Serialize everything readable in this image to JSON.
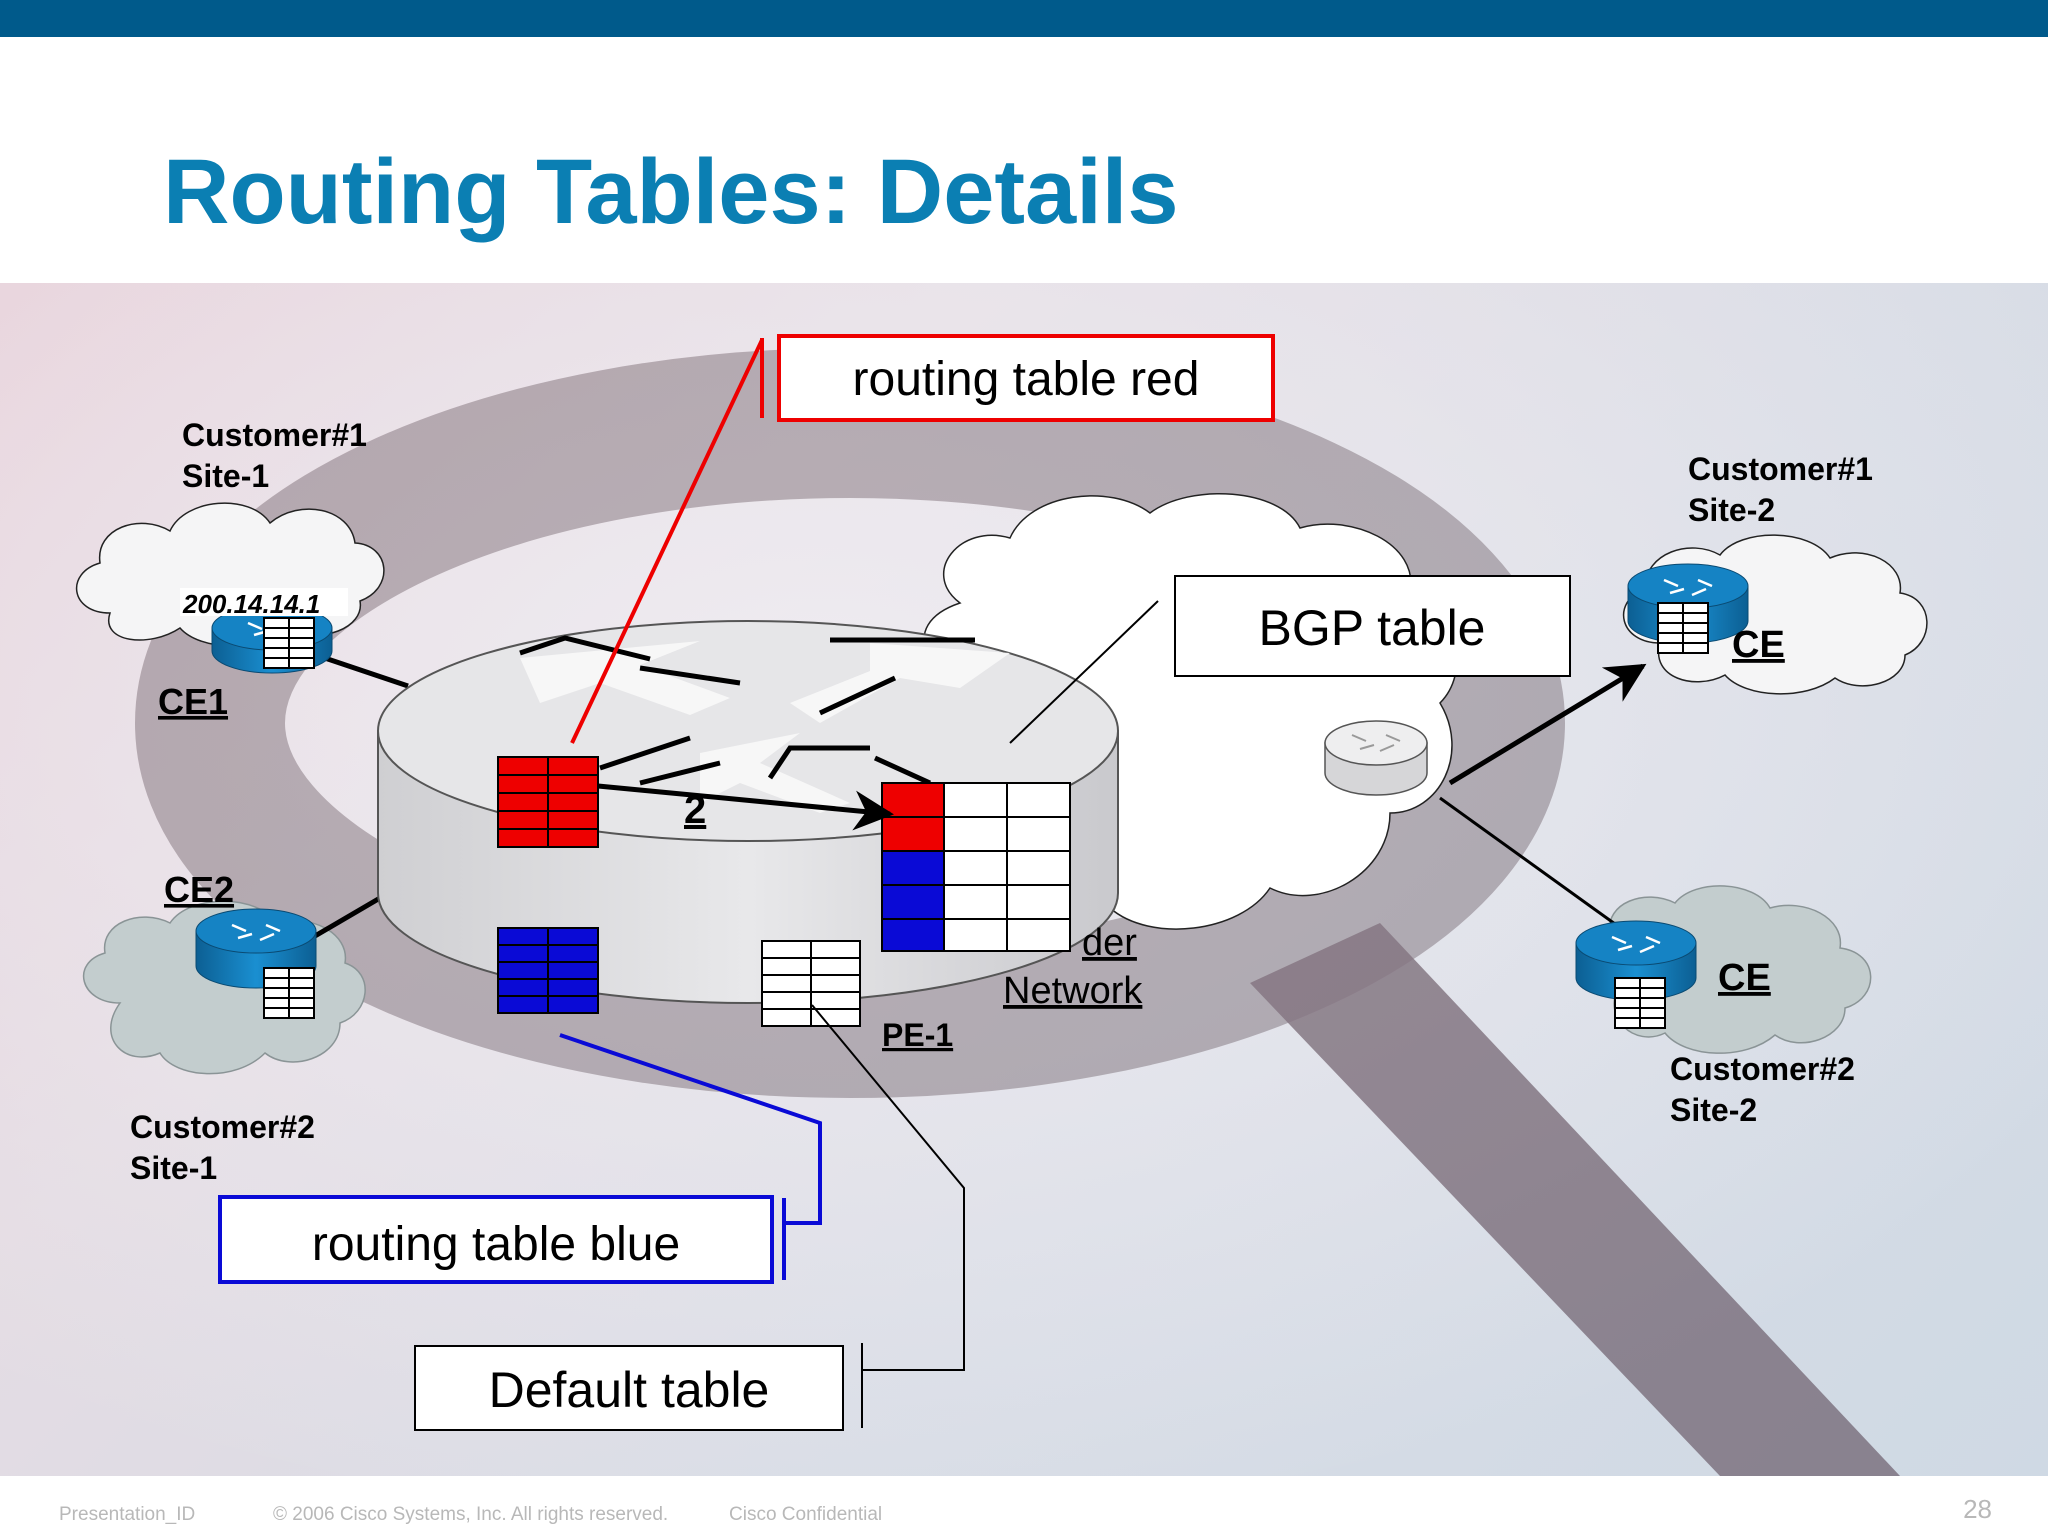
{
  "slide": {
    "title": "Routing Tables: Details",
    "page_number": "28"
  },
  "footer": {
    "presentation_id": "Presentation_ID",
    "copyright": "© 2006 Cisco Systems, Inc. All rights reserved.",
    "confidential": "Cisco Confidential"
  },
  "diagram": {
    "callouts": {
      "red": "routing table red",
      "bgp": "BGP table",
      "blue": "routing table blue",
      "default": "Default table"
    },
    "labels": {
      "c1s1_line1": "Customer#1",
      "c1s1_line2": "Site-1",
      "ce1_ip": "200.14.14.1",
      "ce1": "CE1",
      "ce2": "CE2",
      "c2s1_line1": "Customer#2",
      "c2s1_line2": "Site-1",
      "pe_route": "2",
      "pe1": "PE-1",
      "provider_line1": "der",
      "provider_line2": "Network",
      "c1s2_line1": "Customer#1",
      "c1s2_line2": "Site-2",
      "ce_top": "CE",
      "ce_bottom": "CE",
      "c2s2_line1": "Customer#2",
      "c2s2_line2": "Site-2"
    },
    "colors": {
      "red_table": "#ee0000",
      "blue_table": "#0a0ad6",
      "title_blue": "#0b7fb3",
      "router_blue": "#1583c4"
    }
  }
}
